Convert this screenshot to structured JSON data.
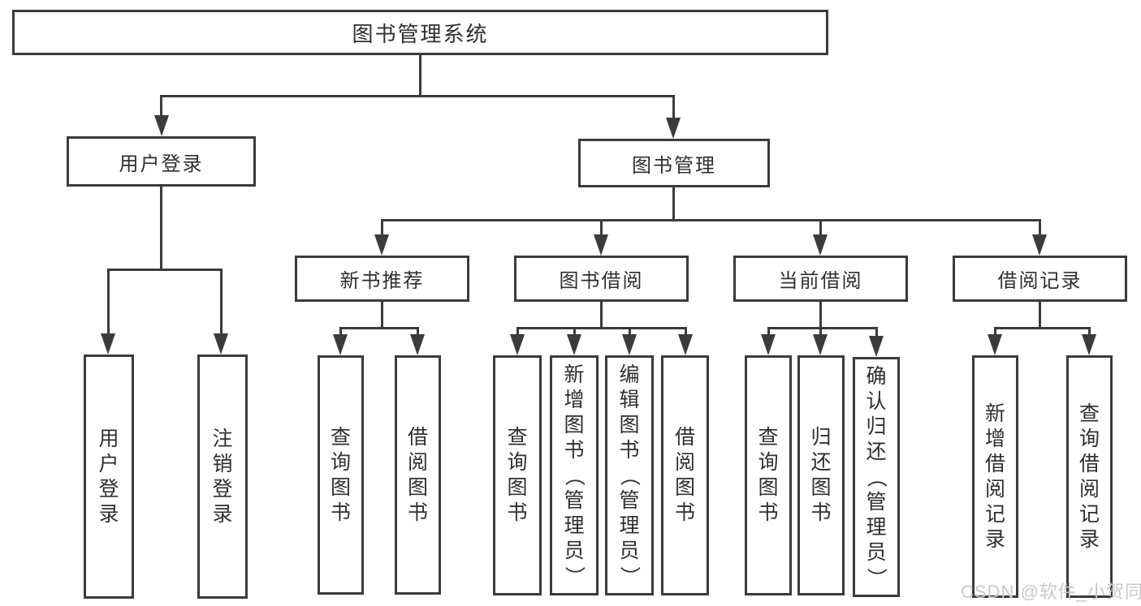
{
  "palette": {
    "line": "#3b3b3b",
    "text": "#2f2f2f",
    "background": "#ffffff",
    "watermark": "#c9c9c9"
  },
  "diagram": {
    "type": "tree",
    "root": {
      "label": "图书管理系统"
    },
    "branches": [
      {
        "label": "用户登录",
        "children": [
          {
            "label": "用户登录"
          },
          {
            "label": "注销登录"
          }
        ]
      },
      {
        "label": "图书管理",
        "children": [
          {
            "label": "新书推荐",
            "children": [
              {
                "label": "查询图书"
              },
              {
                "label": "借阅图书"
              }
            ]
          },
          {
            "label": "图书借阅",
            "children": [
              {
                "label": "查询图书"
              },
              {
                "label": "新增图书（管理员）"
              },
              {
                "label": "编辑图书（管理员）"
              },
              {
                "label": "借阅图书"
              }
            ]
          },
          {
            "label": "当前借阅",
            "children": [
              {
                "label": "查询图书"
              },
              {
                "label": "归还图书"
              },
              {
                "label": "确认归还（管理员）"
              }
            ]
          },
          {
            "label": "借阅记录",
            "children": [
              {
                "label": "新增借阅记录"
              },
              {
                "label": "查询借阅记录"
              }
            ]
          }
        ]
      }
    ]
  },
  "watermark": "CSDN @软件_小贺同学"
}
